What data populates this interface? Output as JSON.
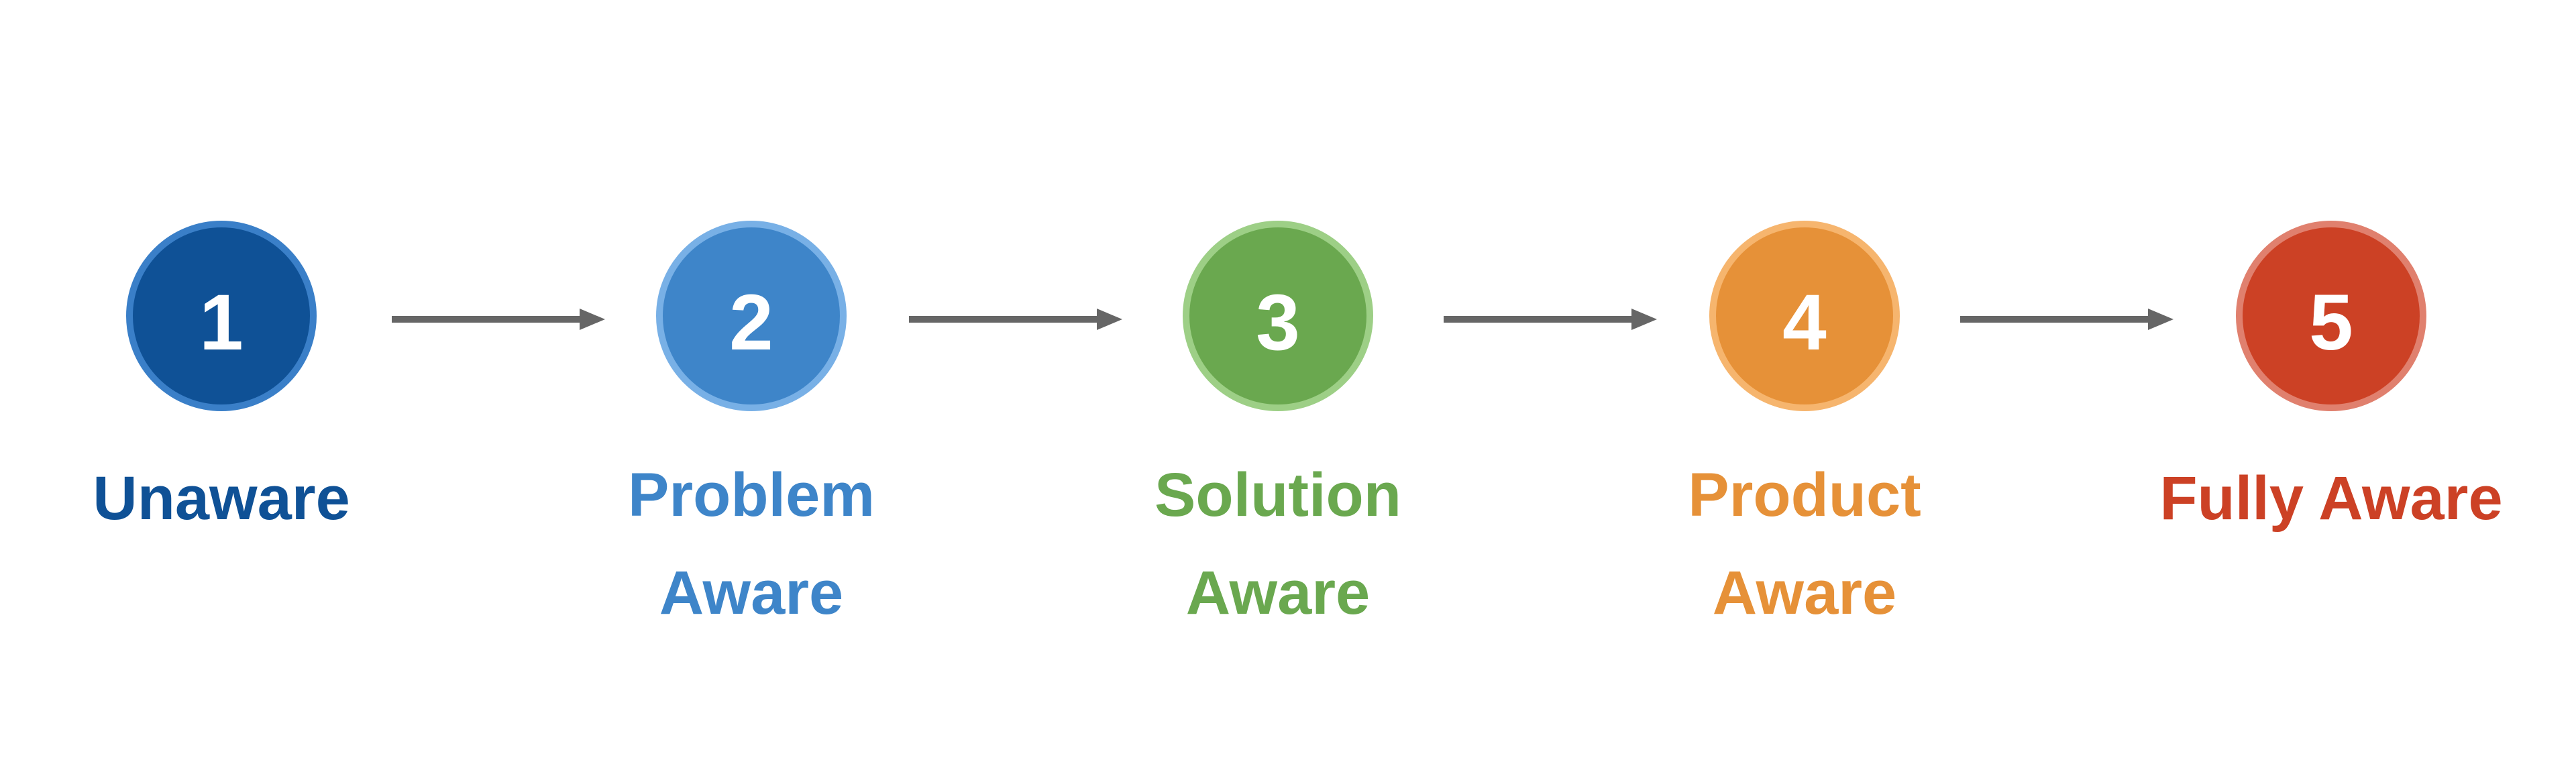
{
  "steps": [
    {
      "number": "1",
      "label_lines": [
        "Unaware"
      ],
      "color": "#0f5196"
    },
    {
      "number": "2",
      "label_lines": [
        "Problem",
        "Aware"
      ],
      "color": "#3e85c9"
    },
    {
      "number": "3",
      "label_lines": [
        "Solution",
        "Aware"
      ],
      "color": "#6aa84f"
    },
    {
      "number": "4",
      "label_lines": [
        "Product",
        "Aware"
      ],
      "color": "#e69138"
    },
    {
      "number": "5",
      "label_lines": [
        "Fully Aware"
      ],
      "color": "#cc4125"
    }
  ],
  "arrow_color": "#666666"
}
